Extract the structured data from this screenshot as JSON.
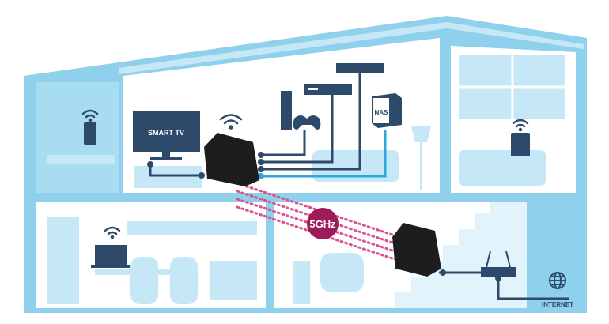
{
  "labels": {
    "smart_tv": "SMART TV",
    "nas": "NAS",
    "band": "5GHz",
    "internet": "INTERNET"
  },
  "colors": {
    "house": "#8fd1ec",
    "house_light": "#c6e8f6",
    "navy": "#2e4a6a",
    "cable_light": "#2aa8dc",
    "badge": "#9e1b5a",
    "signal_dots": "#d9528e",
    "device": "#1d1d1f"
  }
}
